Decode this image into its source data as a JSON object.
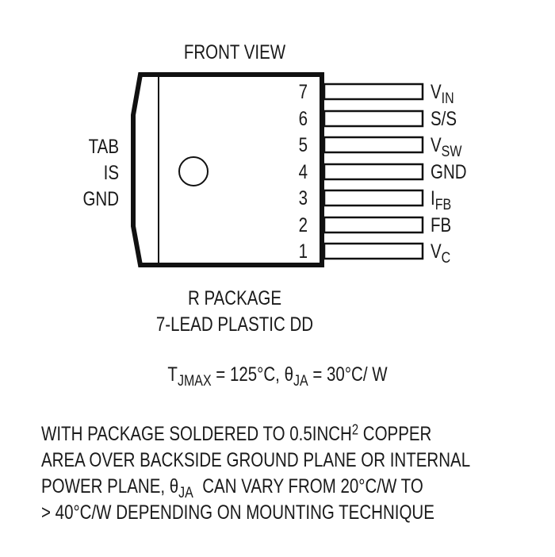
{
  "diagram": {
    "title": "FRONT VIEW",
    "tab_label": [
      "TAB",
      "IS",
      "GND"
    ],
    "pins": [
      {
        "number": "7",
        "name_main": "V",
        "name_sub": "IN",
        "name": "VIN"
      },
      {
        "number": "6",
        "name_main": "S/S",
        "name_sub": "",
        "name": "S/S"
      },
      {
        "number": "5",
        "name_main": "V",
        "name_sub": "SW",
        "name": "VSW"
      },
      {
        "number": "4",
        "name_main": "GND",
        "name_sub": "",
        "name": "GND"
      },
      {
        "number": "3",
        "name_main": "I",
        "name_sub": "FB",
        "name": "IFB"
      },
      {
        "number": "2",
        "name_main": "FB",
        "name_sub": "",
        "name": "FB"
      },
      {
        "number": "1",
        "name_main": "V",
        "name_sub": "C",
        "name": "VC"
      }
    ],
    "package_name": "R PACKAGE",
    "package_type": "7-LEAD PLASTIC DD",
    "thermal": {
      "tj_symbol": "T",
      "tj_sub": "JMAX",
      "tj_value": " = 125°C, ",
      "theta_symbol": "θ",
      "theta_sub": "JA",
      "theta_value": " = 30°C/ W"
    },
    "note": {
      "line1_a": "WITH PACKAGE SOLDERED TO 0.5INCH",
      "line1_sup": "2",
      "line1_b": " COPPER",
      "line2": "AREA OVER BACKSIDE GROUND PLANE OR INTERNAL",
      "line3_a": "POWER PLANE, ",
      "line3_theta": "θ",
      "line3_sub": "JA",
      "line3_b": "  CAN VARY FROM 20°C/W TO",
      "line4": "> 40°C/W DEPENDING ON MOUNTING TECHNIQUE"
    },
    "colors": {
      "ink": "#1a1a1a",
      "background": "#ffffff"
    }
  }
}
